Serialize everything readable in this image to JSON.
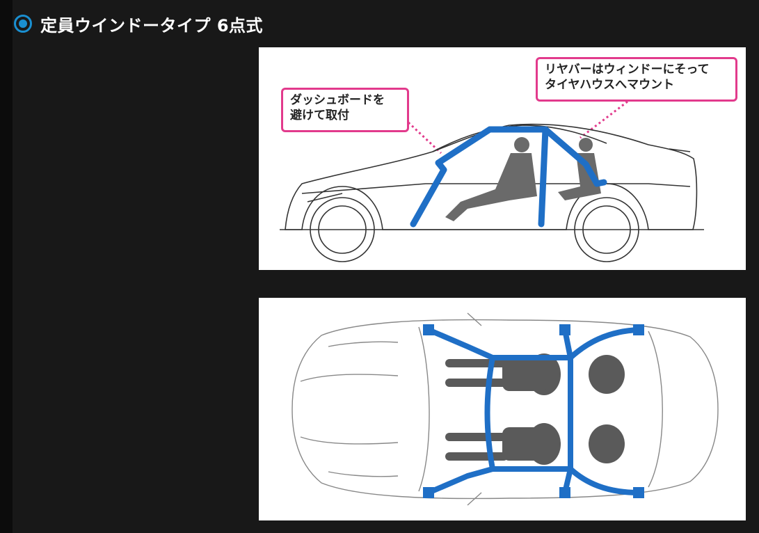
{
  "section": {
    "title": "定員ウインドータイプ 6点式",
    "icon": "radio-selected-icon",
    "accent_color": "#1a8fd0"
  },
  "side_view": {
    "callout_dash": {
      "line1": "ダッシュボードを",
      "line2": "避けて取付"
    },
    "callout_rear": {
      "line1": "リヤバーはウィンドーにそって",
      "line2": "タイヤハウスへマウント"
    },
    "callout_color": "#e23a8c",
    "bar_color": "#1f6fc6"
  },
  "top_view": {
    "bar_color": "#1f6fc6"
  }
}
